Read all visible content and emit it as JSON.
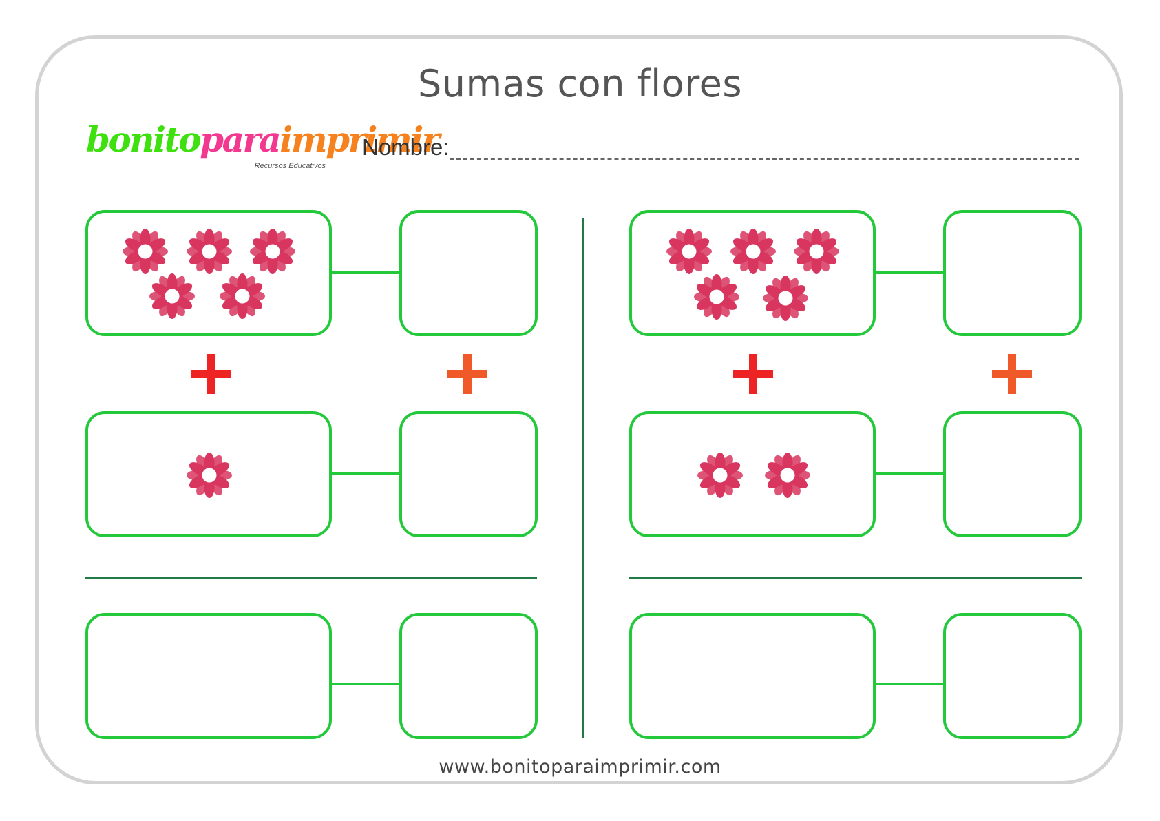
{
  "worksheet": {
    "title": "Sumas con flores",
    "name_label": "Nombre:",
    "footer_url": "www.bonitoparaimprimir.com"
  },
  "logo": {
    "part1": "bonito",
    "part2": "para",
    "part3": "imprimir",
    "tagline": "Recursos Educativos",
    "colors": {
      "part1": "#3ee010",
      "part2": "#f2398f",
      "part3": "#f6821f"
    }
  },
  "exercises": [
    {
      "first_addend_flowers": 5,
      "second_addend_flowers": 1
    },
    {
      "first_addend_flowers": 5,
      "second_addend_flowers": 2
    }
  ],
  "colors": {
    "box_border": "#23c93a",
    "plus_left": "#ee2424",
    "plus_right": "#f05a28",
    "flower": "#d8365f",
    "divider": "#1f7a44"
  },
  "icons": {
    "flower": "flower-icon",
    "plus": "plus-icon"
  }
}
